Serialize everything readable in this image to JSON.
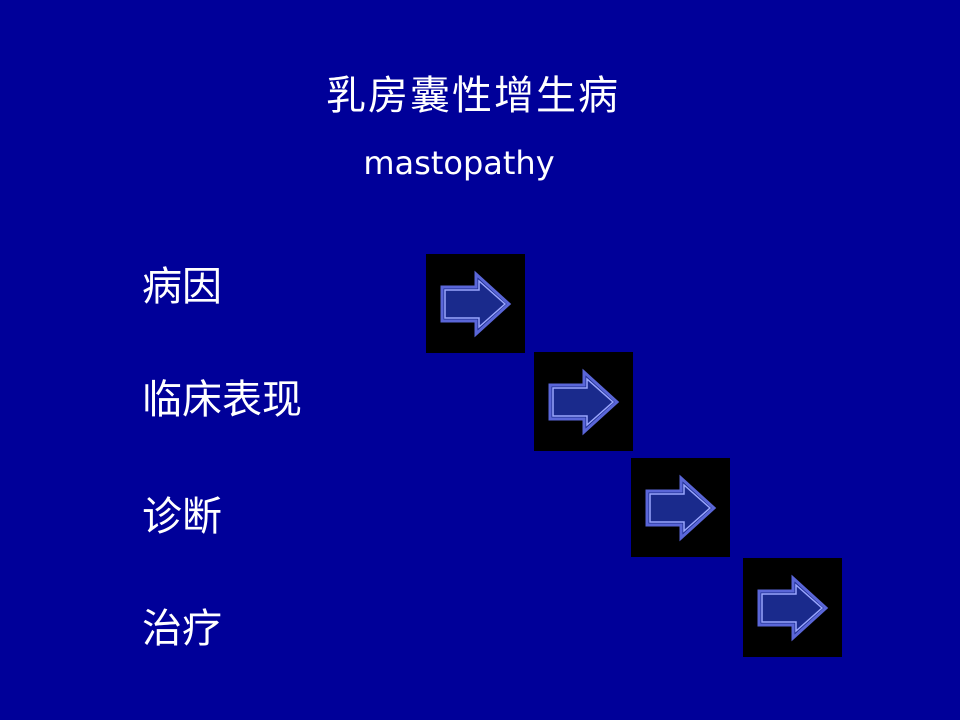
{
  "slide": {
    "title": "乳房囊性增生病",
    "subtitle": "mastopathy",
    "menu": [
      {
        "label": "病因",
        "icon": "right-arrow-icon"
      },
      {
        "label": "临床表现",
        "icon": "right-arrow-icon"
      },
      {
        "label": "诊断",
        "icon": "right-arrow-icon"
      },
      {
        "label": "治疗",
        "icon": "right-arrow-icon"
      }
    ]
  },
  "colors": {
    "background": "#000099",
    "text": "#ffffff",
    "button_bg": "#000000",
    "arrow_fill": "#1a2a8c",
    "arrow_outer_stroke": "#5a66d8",
    "arrow_inner_stroke": "#9aa6ff"
  }
}
